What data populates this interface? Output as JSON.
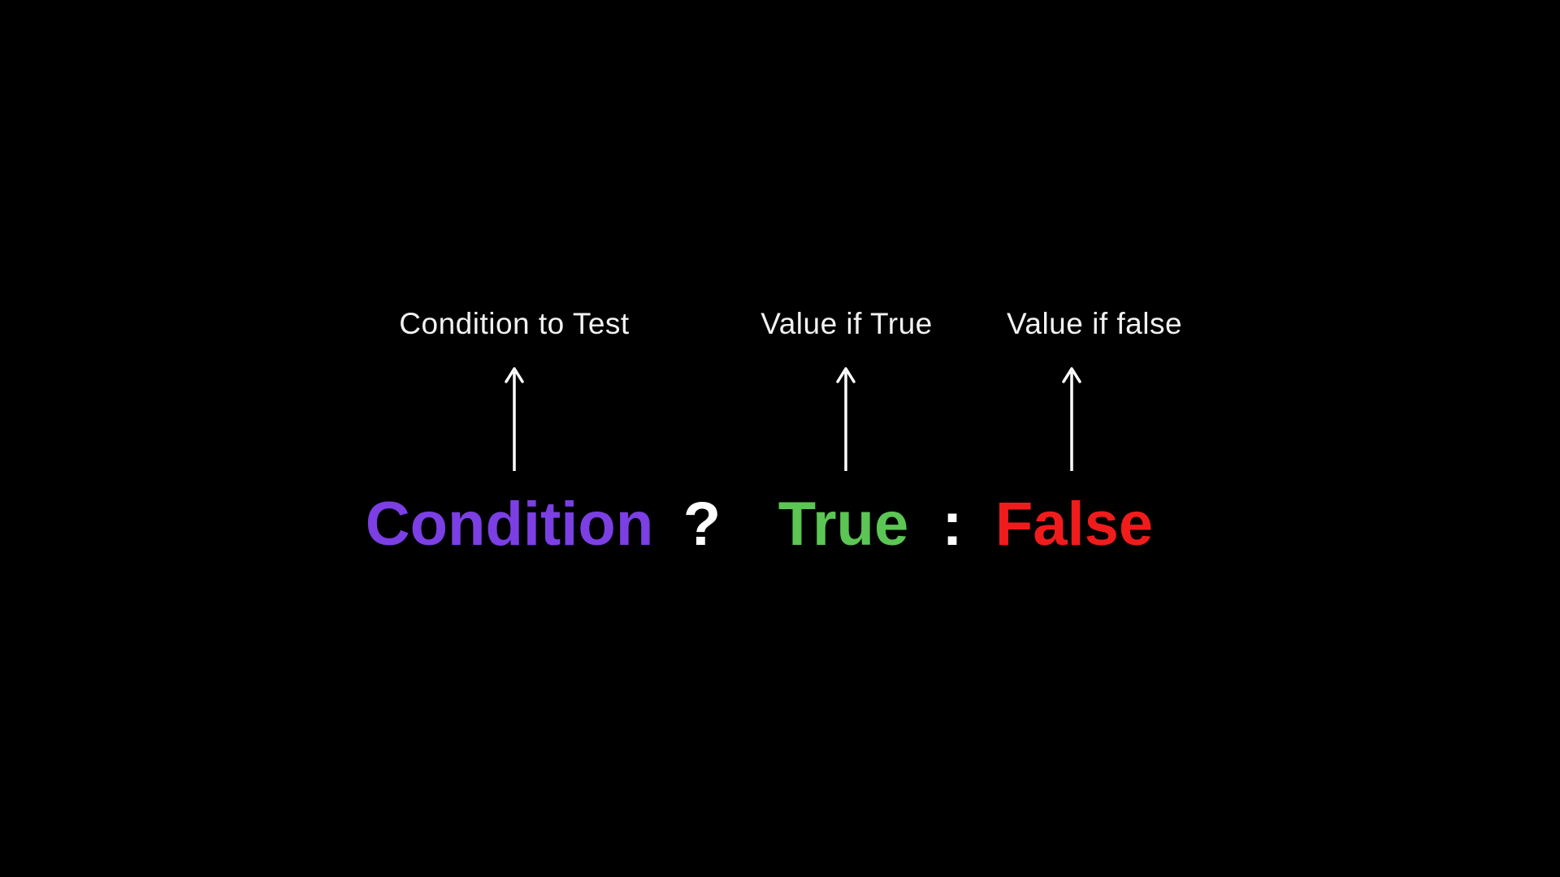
{
  "canvas": {
    "background": "#000000"
  },
  "annotations": {
    "condition_label": "Condition to Test",
    "true_label": "Value if True",
    "false_label": "Value if false"
  },
  "expression": {
    "condition": {
      "text": "Condition",
      "color": "#7B3FE4"
    },
    "question_mark": {
      "text": "?",
      "color": "#FFFFFF"
    },
    "true_value": {
      "text": "True",
      "color": "#5CC654"
    },
    "colon": {
      "text": ":",
      "color": "#FFFFFF"
    },
    "false_value": {
      "text": "False",
      "color": "#F01C1C"
    }
  },
  "arrows": {
    "color": "#FFFFFF",
    "direction": "up",
    "count": 3
  }
}
